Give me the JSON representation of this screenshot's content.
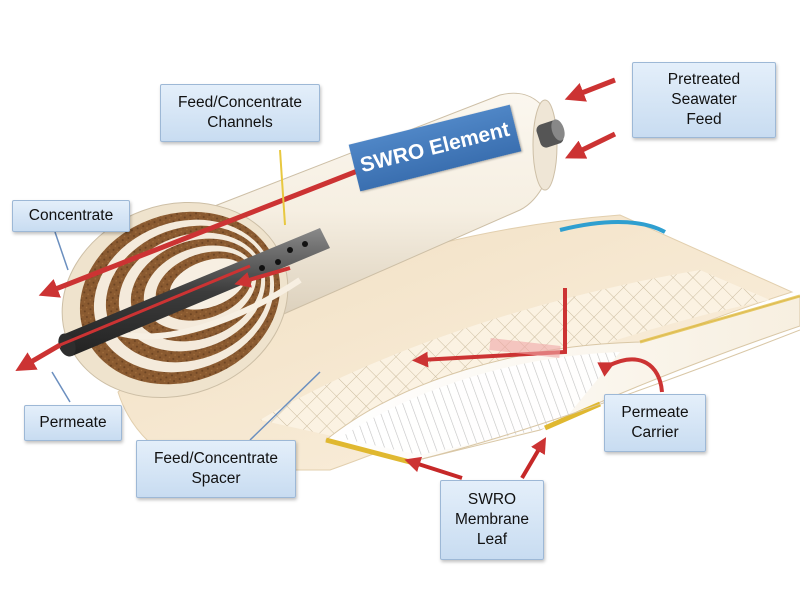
{
  "element_label": "SWRO Element",
  "callouts": {
    "pretreated_feed": [
      "Pretreated",
      "Seawater",
      "Feed"
    ],
    "feed_concentrate_channels": [
      "Feed/Concentrate",
      "Channels"
    ],
    "concentrate": [
      "Concentrate"
    ],
    "permeate": [
      "Permeate"
    ],
    "feed_concentrate_spacer": [
      "Feed/Concentrate",
      "Spacer"
    ],
    "permeate_carrier": [
      "Permeate",
      "Carrier"
    ],
    "membrane_leaf": [
      "SWRO",
      "Membrane",
      "Leaf"
    ]
  },
  "colors": {
    "flow_arrow": "#cc3333",
    "pointer_arrow": "#c62828",
    "callout_fill": "#d6e6f6",
    "element_label_fill": "#3f78bb",
    "membrane": "#f4e6cf",
    "channel_brown": "#8a5a30",
    "leaf_edge": "#e0b830",
    "tube": "#555555"
  }
}
